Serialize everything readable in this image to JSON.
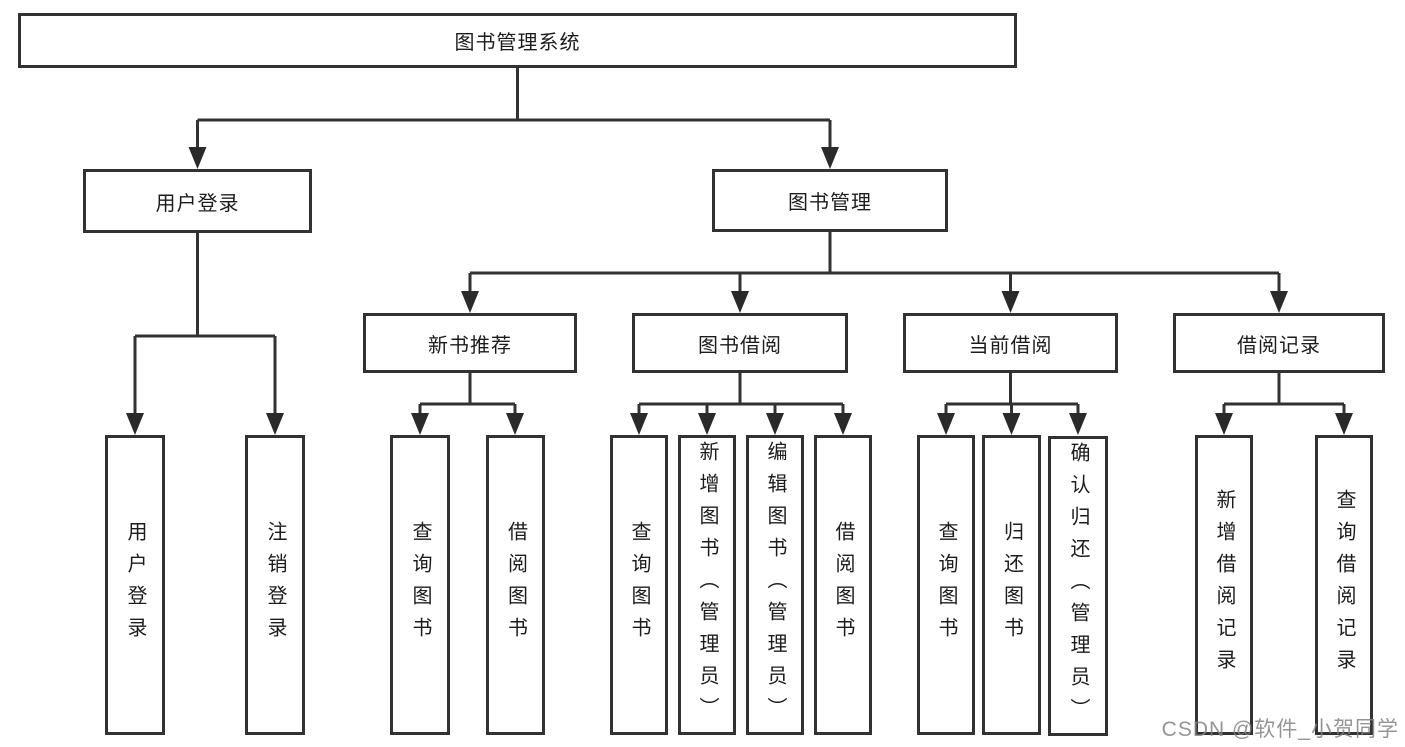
{
  "watermark": "CSDN @软件_小贺同学",
  "tree": {
    "root": {
      "label": "图书管理系统",
      "children": [
        {
          "label": "用户登录",
          "children": [
            {
              "label": "用户登录"
            },
            {
              "label": "注销登录"
            }
          ]
        },
        {
          "label": "图书管理",
          "children": [
            {
              "label": "新书推荐",
              "children": [
                {
                  "label": "查询图书"
                },
                {
                  "label": "借阅图书"
                }
              ]
            },
            {
              "label": "图书借阅",
              "children": [
                {
                  "label": "查询图书"
                },
                {
                  "label": "新增图书（管理员）"
                },
                {
                  "label": "编辑图书（管理员）"
                },
                {
                  "label": "借阅图书"
                }
              ]
            },
            {
              "label": "当前借阅",
              "children": [
                {
                  "label": "查询图书"
                },
                {
                  "label": "归还图书"
                },
                {
                  "label": "确认归还（管理员）"
                }
              ]
            },
            {
              "label": "借阅记录",
              "children": [
                {
                  "label": "新增借阅记录"
                },
                {
                  "label": "查询借阅记录"
                }
              ]
            }
          ]
        }
      ]
    }
  },
  "colors": {
    "line": "#323232",
    "text": "#1c1c1c",
    "watermark": "#828282"
  }
}
